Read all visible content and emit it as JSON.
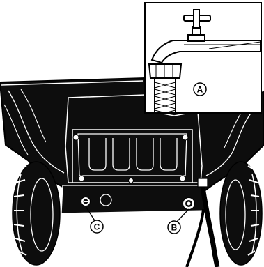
{
  "figure": {
    "callouts": {
      "a": "A",
      "b": "B",
      "c": "C"
    },
    "colors": {
      "ink": "#000000",
      "paper": "#ffffff",
      "body_fill": "#0d0d0d"
    }
  }
}
